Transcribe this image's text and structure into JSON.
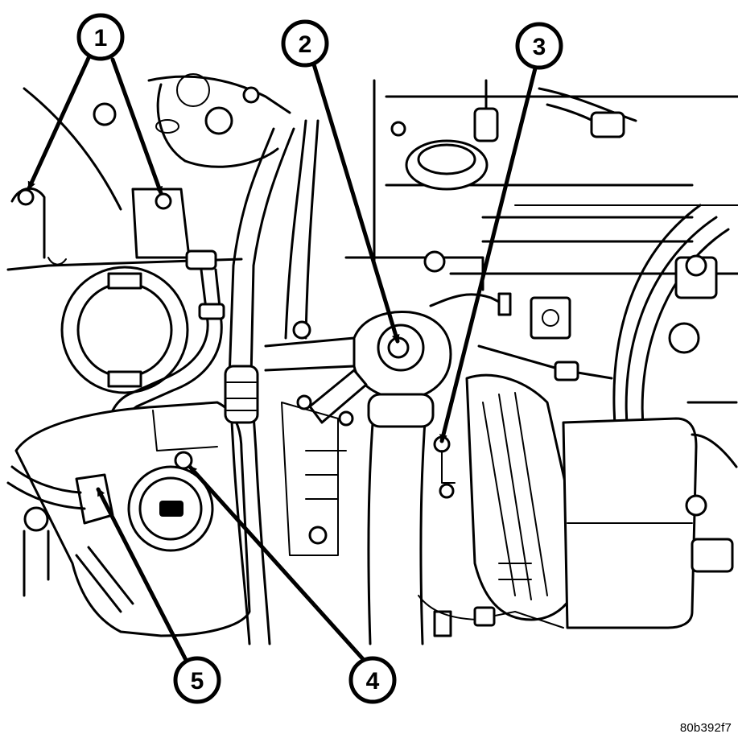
{
  "figure_id": "80b392f7",
  "callouts": [
    {
      "label": "1"
    },
    {
      "label": "2"
    },
    {
      "label": "3"
    },
    {
      "label": "4"
    },
    {
      "label": "5"
    }
  ]
}
